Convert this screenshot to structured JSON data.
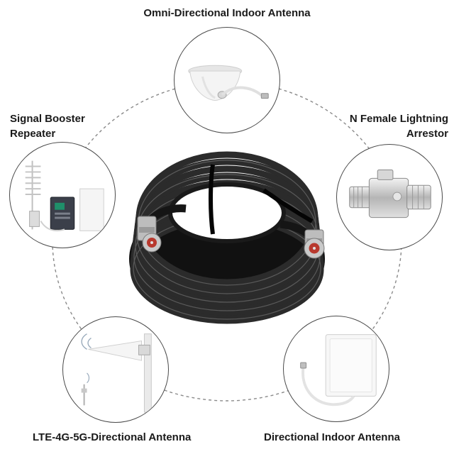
{
  "labels": {
    "top": "Omni-Directional Indoor Antenna",
    "left_line1": "Signal Booster",
    "left_line2": "Repeater",
    "right_line1": "N Female Lightning",
    "right_line2": "Arrestor",
    "bottom_left": "LTE-4G-5G-Directional Antenna",
    "bottom_right": "Directional Indoor Antenna"
  },
  "colors": {
    "cable": "#1c1c1c",
    "connector": "#b8392e",
    "connector_metal": "#c9c9c9",
    "ring": "#8a8a8a",
    "text": "#1a1a1a"
  },
  "icons": {
    "top": "ceiling-dome-antenna-icon",
    "left": "signal-booster-kit-icon",
    "right": "lightning-arrestor-icon",
    "bottom_left": "yagi-lpda-antenna-icon",
    "bottom_right": "panel-antenna-icon",
    "center": "coaxial-cable-coil-icon"
  }
}
